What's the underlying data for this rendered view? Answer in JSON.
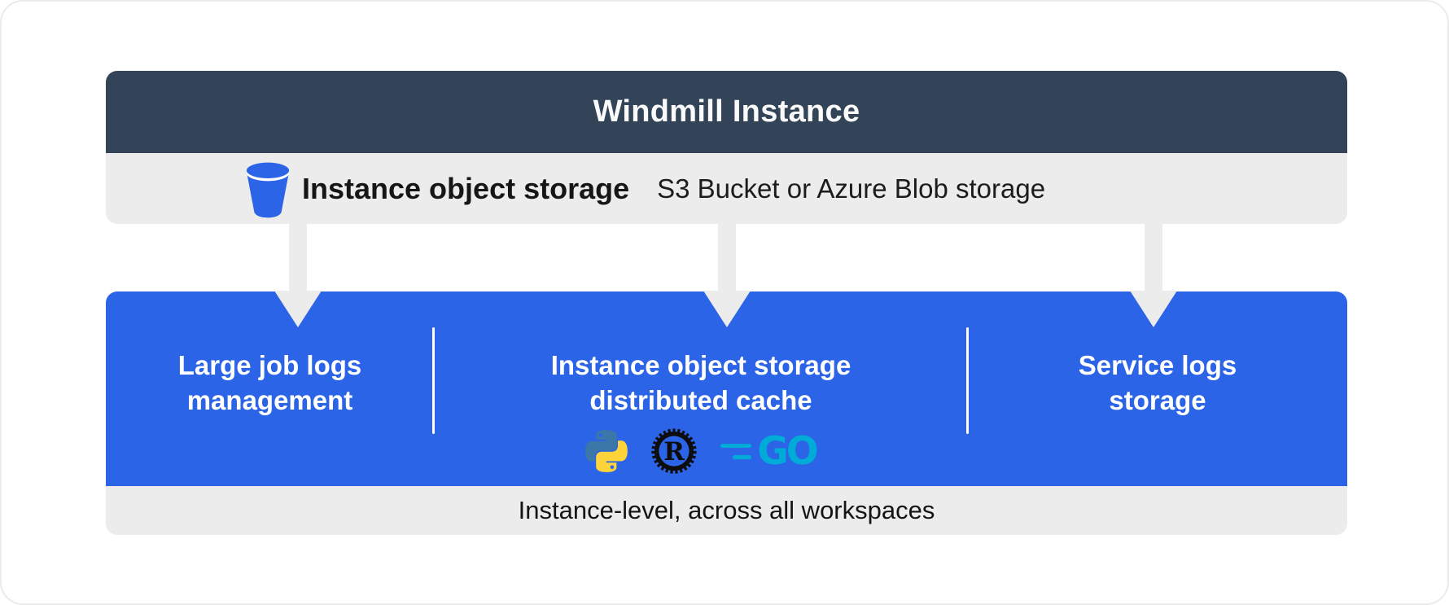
{
  "header": {
    "title": "Windmill Instance"
  },
  "storage_bar": {
    "label": "Instance object storage",
    "description": "S3 Bucket or Azure Blob storage",
    "icon": "bucket-icon"
  },
  "sections": [
    {
      "line1": "Large job logs",
      "line2": "management"
    },
    {
      "line1": "Instance object storage",
      "line2": "distributed cache"
    },
    {
      "line1": "Service logs",
      "line2": "storage"
    }
  ],
  "languages": {
    "icons": [
      "python-icon",
      "rust-icon",
      "go-icon"
    ],
    "rust_letter": "R",
    "go_text": "GO"
  },
  "footer": {
    "label": "Instance-level, across all workspaces"
  },
  "colors": {
    "header_bg": "#334459",
    "bar_gray": "#ececec",
    "accent_blue": "#2b64e7",
    "python_blue": "#3b77a8",
    "python_yellow": "#ffd43b",
    "rust_black": "#0d0d0d",
    "go_teal": "#00acd7",
    "text_dark": "#161616",
    "text_white": "#ffffff"
  }
}
